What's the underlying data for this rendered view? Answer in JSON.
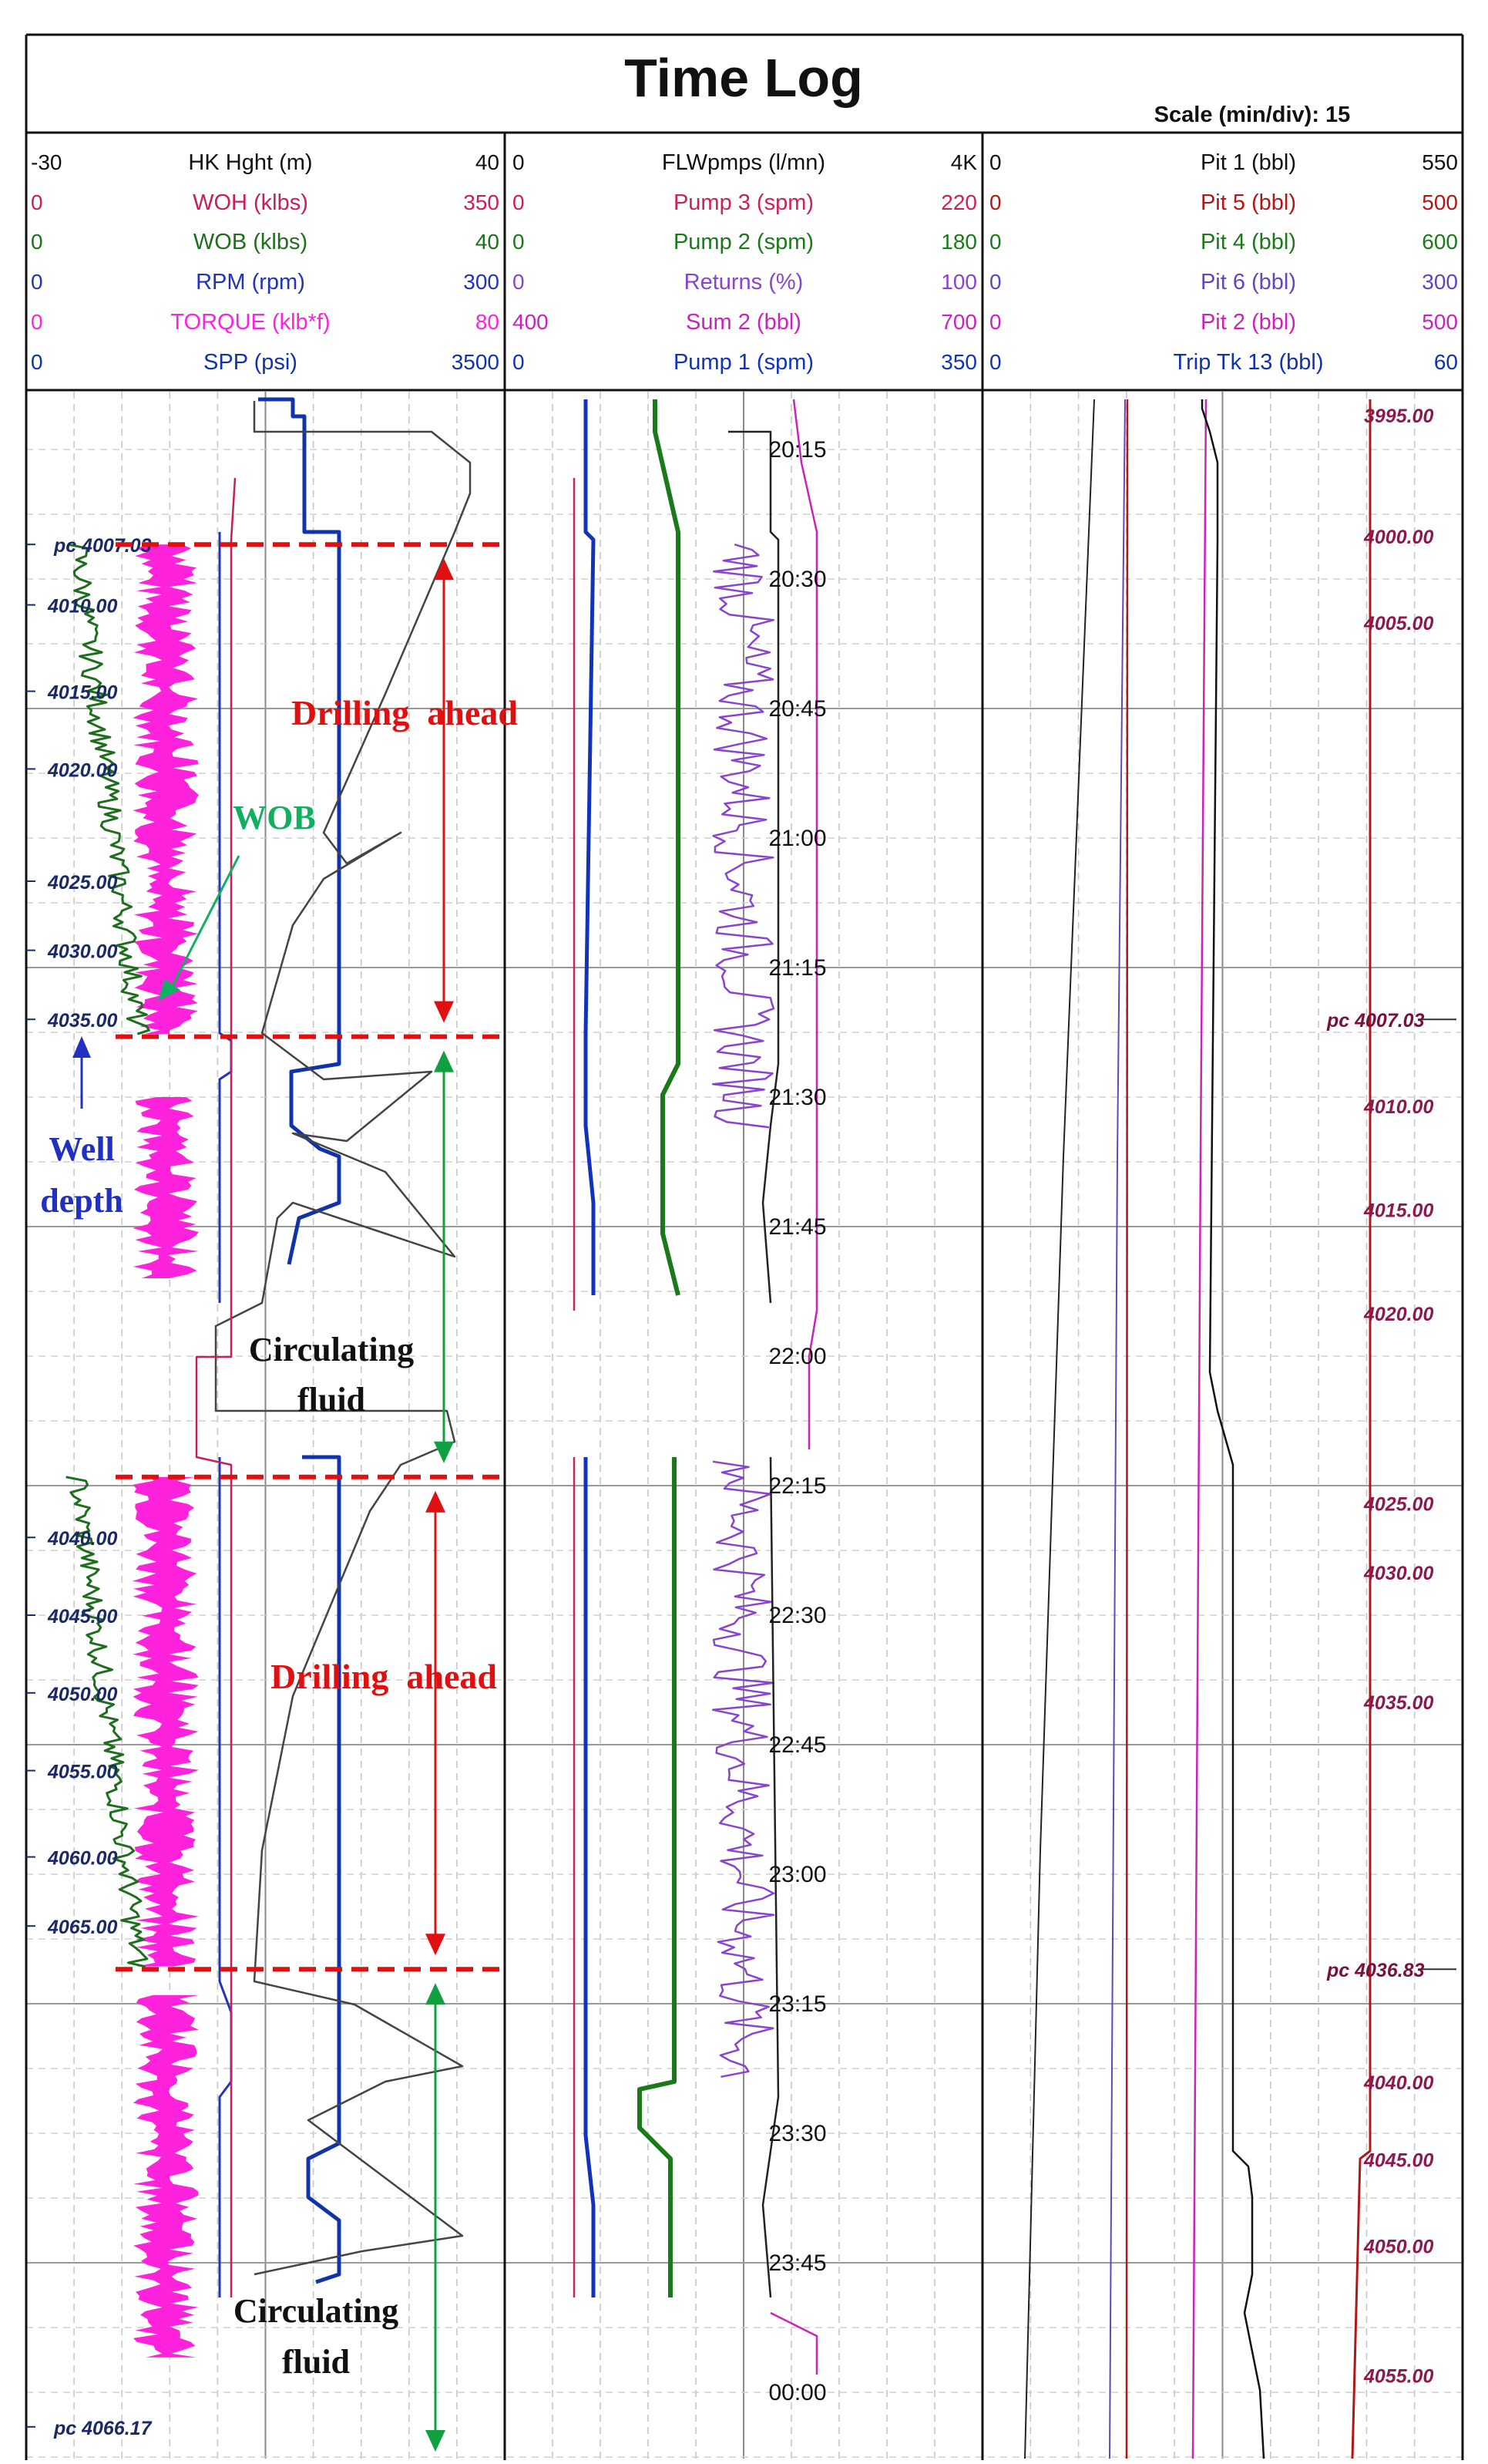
{
  "title": "Time Log",
  "scale_label": "Scale (min/div): 15",
  "colors": {
    "hk": "#111111",
    "woh": "#c81e5a",
    "wob": "#1e6e1e",
    "rpm": "#2233bb",
    "torque": "#ff22dd",
    "spp": "#1133aa",
    "flw": "#111111",
    "pump3": "#cc2255",
    "pump2": "#1a7a1a",
    "returns": "#8844cc",
    "sum2": "#cc22bb",
    "pump1": "#1133bb",
    "pit1": "#111111",
    "pit5": "#b01818",
    "pit4": "#1a7a1a",
    "pit6": "#6644bb",
    "pit2": "#cc22bb",
    "trip": "#1133aa",
    "red_dash": "#e01010",
    "green_arrow": "#10a040",
    "annot_red": "#e01010",
    "annot_blue": "#2030c0",
    "annot_green": "#10b060",
    "pc_label": "#7a1040",
    "depth_label": "#8a1a50",
    "track1_depth": "#1a2a66"
  },
  "header": {
    "track1": [
      {
        "min": "-30",
        "label": "HK Hght (m)",
        "max": "40",
        "color": "#111111"
      },
      {
        "min": "0",
        "label": "WOH (klbs)",
        "max": "350",
        "color": "#c81e5a"
      },
      {
        "min": "0",
        "label": "WOB (klbs)",
        "max": "40",
        "color": "#1e6e1e"
      },
      {
        "min": "0",
        "label": "RPM (rpm)",
        "max": "300",
        "color": "#2233bb"
      },
      {
        "min": "0",
        "label": "TORQUE (klb*f)",
        "max": "80",
        "color": "#ff22dd"
      },
      {
        "min": "0",
        "label": "SPP (psi)",
        "max": "3500",
        "color": "#1133aa"
      }
    ],
    "track2": [
      {
        "min": "0",
        "label": "FLWpmps (l/mn)",
        "max": "4K",
        "color": "#111111"
      },
      {
        "min": "0",
        "label": "Pump 3 (spm)",
        "max": "220",
        "color": "#cc2255"
      },
      {
        "min": "0",
        "label": "Pump 2 (spm)",
        "max": "180",
        "color": "#1a7a1a"
      },
      {
        "min": "0",
        "label": "Returns (%)",
        "max": "100",
        "color": "#8844cc"
      },
      {
        "min": "400",
        "label": "Sum 2 (bbl)",
        "max": "700",
        "color": "#cc22bb"
      },
      {
        "min": "0",
        "label": "Pump 1 (spm)",
        "max": "350",
        "color": "#1133bb"
      }
    ],
    "track3": [
      {
        "min": "0",
        "label": "Pit 1 (bbl)",
        "max": "550",
        "color": "#111111"
      },
      {
        "min": "0",
        "label": "Pit 5 (bbl)",
        "max": "500",
        "color": "#b01818"
      },
      {
        "min": "0",
        "label": "Pit 4 (bbl)",
        "max": "600",
        "color": "#1a7a1a"
      },
      {
        "min": "0",
        "label": "Pit 6 (bbl)",
        "max": "300",
        "color": "#6644bb"
      },
      {
        "min": "0",
        "label": "Pit 2 (bbl)",
        "max": "500",
        "color": "#cc22bb"
      },
      {
        "min": "0",
        "label": "Trip Tk 13 (bbl)",
        "max": "60",
        "color": "#1133aa"
      }
    ]
  },
  "chart_data": {
    "type": "line",
    "time_axis": {
      "start": "20:08",
      "end": "00:04",
      "tick_labels": [
        "20:15",
        "20:30",
        "20:45",
        "21:00",
        "21:15",
        "21:30",
        "21:45",
        "22:00",
        "22:15",
        "22:30",
        "22:45",
        "23:00",
        "23:15",
        "23:30",
        "23:45",
        "00:00"
      ]
    },
    "track1_depth_labels": [
      {
        "time": "20:26",
        "label": "pc 4007.03"
      },
      {
        "time": "20:33",
        "label": "4010.00"
      },
      {
        "time": "20:43",
        "label": "4015.00"
      },
      {
        "time": "20:52",
        "label": "4020.00"
      },
      {
        "time": "21:05",
        "label": "4025.00"
      },
      {
        "time": "21:13",
        "label": "4030.00"
      },
      {
        "time": "21:21",
        "label": "4035.00"
      },
      {
        "time": "22:21",
        "label": "4040.00"
      },
      {
        "time": "22:30",
        "label": "4045.00"
      },
      {
        "time": "22:39",
        "label": "4050.00"
      },
      {
        "time": "22:48",
        "label": "4055.00"
      },
      {
        "time": "22:58",
        "label": "4060.00"
      },
      {
        "time": "23:06",
        "label": "4065.00"
      },
      {
        "time": "00:04",
        "label": "pc 4066.17"
      }
    ],
    "track3_depth_labels": [
      {
        "time": "20:11",
        "label": "3995.00",
        "pc": false
      },
      {
        "time": "20:25",
        "label": "4000.00",
        "pc": false
      },
      {
        "time": "20:35",
        "label": "4005.00",
        "pc": false
      },
      {
        "time": "21:21",
        "label": "pc 4007.03",
        "pc": true
      },
      {
        "time": "21:31",
        "label": "4010.00",
        "pc": false
      },
      {
        "time": "21:43",
        "label": "4015.00",
        "pc": false
      },
      {
        "time": "21:55",
        "label": "4020.00",
        "pc": false
      },
      {
        "time": "22:17",
        "label": "4025.00",
        "pc": false
      },
      {
        "time": "22:25",
        "label": "4030.00",
        "pc": false
      },
      {
        "time": "22:40",
        "label": "4035.00",
        "pc": false
      },
      {
        "time": "23:11",
        "label": "pc 4036.83",
        "pc": true
      },
      {
        "time": "23:24",
        "label": "4040.00",
        "pc": false
      },
      {
        "time": "23:33",
        "label": "4045.00",
        "pc": false
      },
      {
        "time": "23:43",
        "label": "4050.00",
        "pc": false
      },
      {
        "time": "23:58",
        "label": "4055.00",
        "pc": false
      }
    ],
    "phases": [
      {
        "name": "Drilling ahead",
        "start": "20:26",
        "end": "21:23"
      },
      {
        "name": "Circulating fluid",
        "start": "21:23",
        "end": "22:14"
      },
      {
        "name": "Drilling ahead",
        "start": "22:14",
        "end": "23:11"
      },
      {
        "name": "Circulating fluid",
        "start": "23:11",
        "end": "00:04"
      }
    ]
  },
  "annotations": {
    "drilling_ahead_1": "Drilling  ahead",
    "drilling_ahead_2": "Drilling  ahead",
    "wob": "WOB",
    "well": "Well",
    "depth": "depth",
    "circ1_line1": "Circulating",
    "circ1_line2": "fluid",
    "circ2_line1": "Circulating",
    "circ2_line2": "fluid"
  }
}
